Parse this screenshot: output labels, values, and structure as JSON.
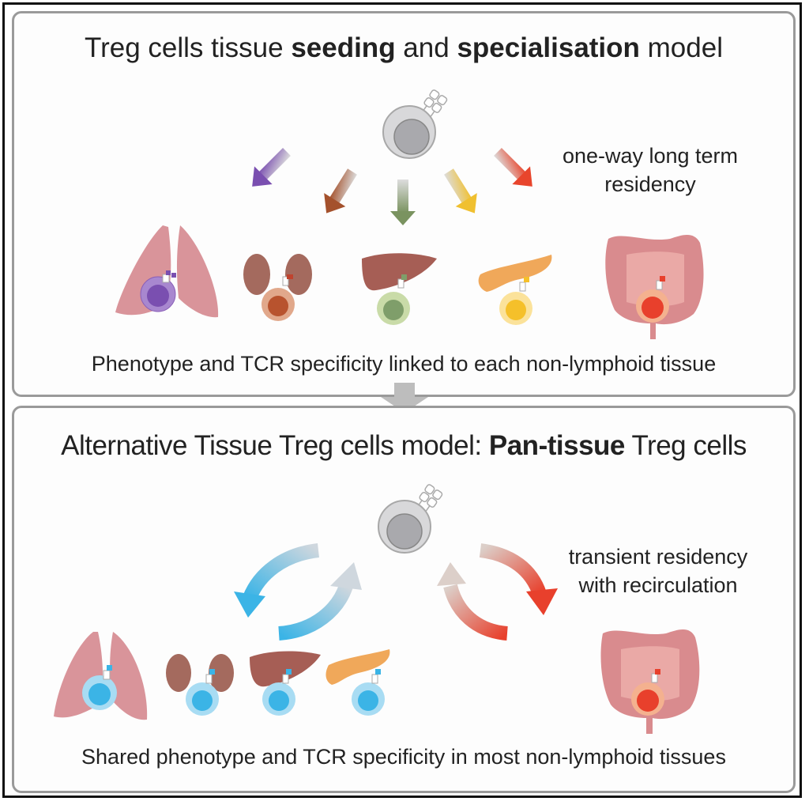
{
  "panels": [
    {
      "title_parts": [
        "Treg cells tissue ",
        "seeding",
        " and ",
        "specialisation",
        " model"
      ],
      "note_lines": [
        "one-way long term",
        "residency"
      ],
      "caption": "Phenotype and TCR specificity linked to each non-lymphoid tissue",
      "tissues": [
        {
          "name": "lung",
          "cell_color": "#8a5fb8"
        },
        {
          "name": "kidney",
          "cell_color": "#b8532e"
        },
        {
          "name": "liver",
          "cell_color": "#7f9e6a"
        },
        {
          "name": "pancreas",
          "cell_color": "#f5c02a"
        },
        {
          "name": "intestine",
          "cell_color": "#e8402c"
        }
      ],
      "arrow_colors": [
        "#7a4fb0",
        "#a4512c",
        "#7a9360",
        "#f0c030",
        "#e8452c"
      ]
    },
    {
      "title_parts": [
        "Alternative Tissue Treg cells model: ",
        "Pan-tissue",
        " Treg cells"
      ],
      "note_lines": [
        "transient residency",
        "with recirculation"
      ],
      "caption": "Shared phenotype and TCR specificity in most non-lymphoid tissues",
      "tissues": [
        {
          "name": "lung",
          "cell_color": "#3bb4e6"
        },
        {
          "name": "kidney",
          "cell_color": "#3bb4e6"
        },
        {
          "name": "liver",
          "cell_color": "#3bb4e6"
        },
        {
          "name": "pancreas",
          "cell_color": "#3bb4e6"
        },
        {
          "name": "intestine",
          "cell_color": "#e8402c"
        }
      ],
      "arrow_colors": [
        "#3bb4e6",
        "#e8402c"
      ]
    }
  ],
  "colors": {
    "lung": "#d9949a",
    "kidney": "#a46a5e",
    "liver": "#a65e55",
    "pancreas": "#f0a85a",
    "intestine": "#d98b8e",
    "naive_cell": "#b0b0b4",
    "panel_border": "#9a9a9a",
    "connector": "#bdbdbd"
  },
  "icons": {
    "naive_cell": "treg-cell-icon",
    "connector": "down-arrow-icon"
  }
}
